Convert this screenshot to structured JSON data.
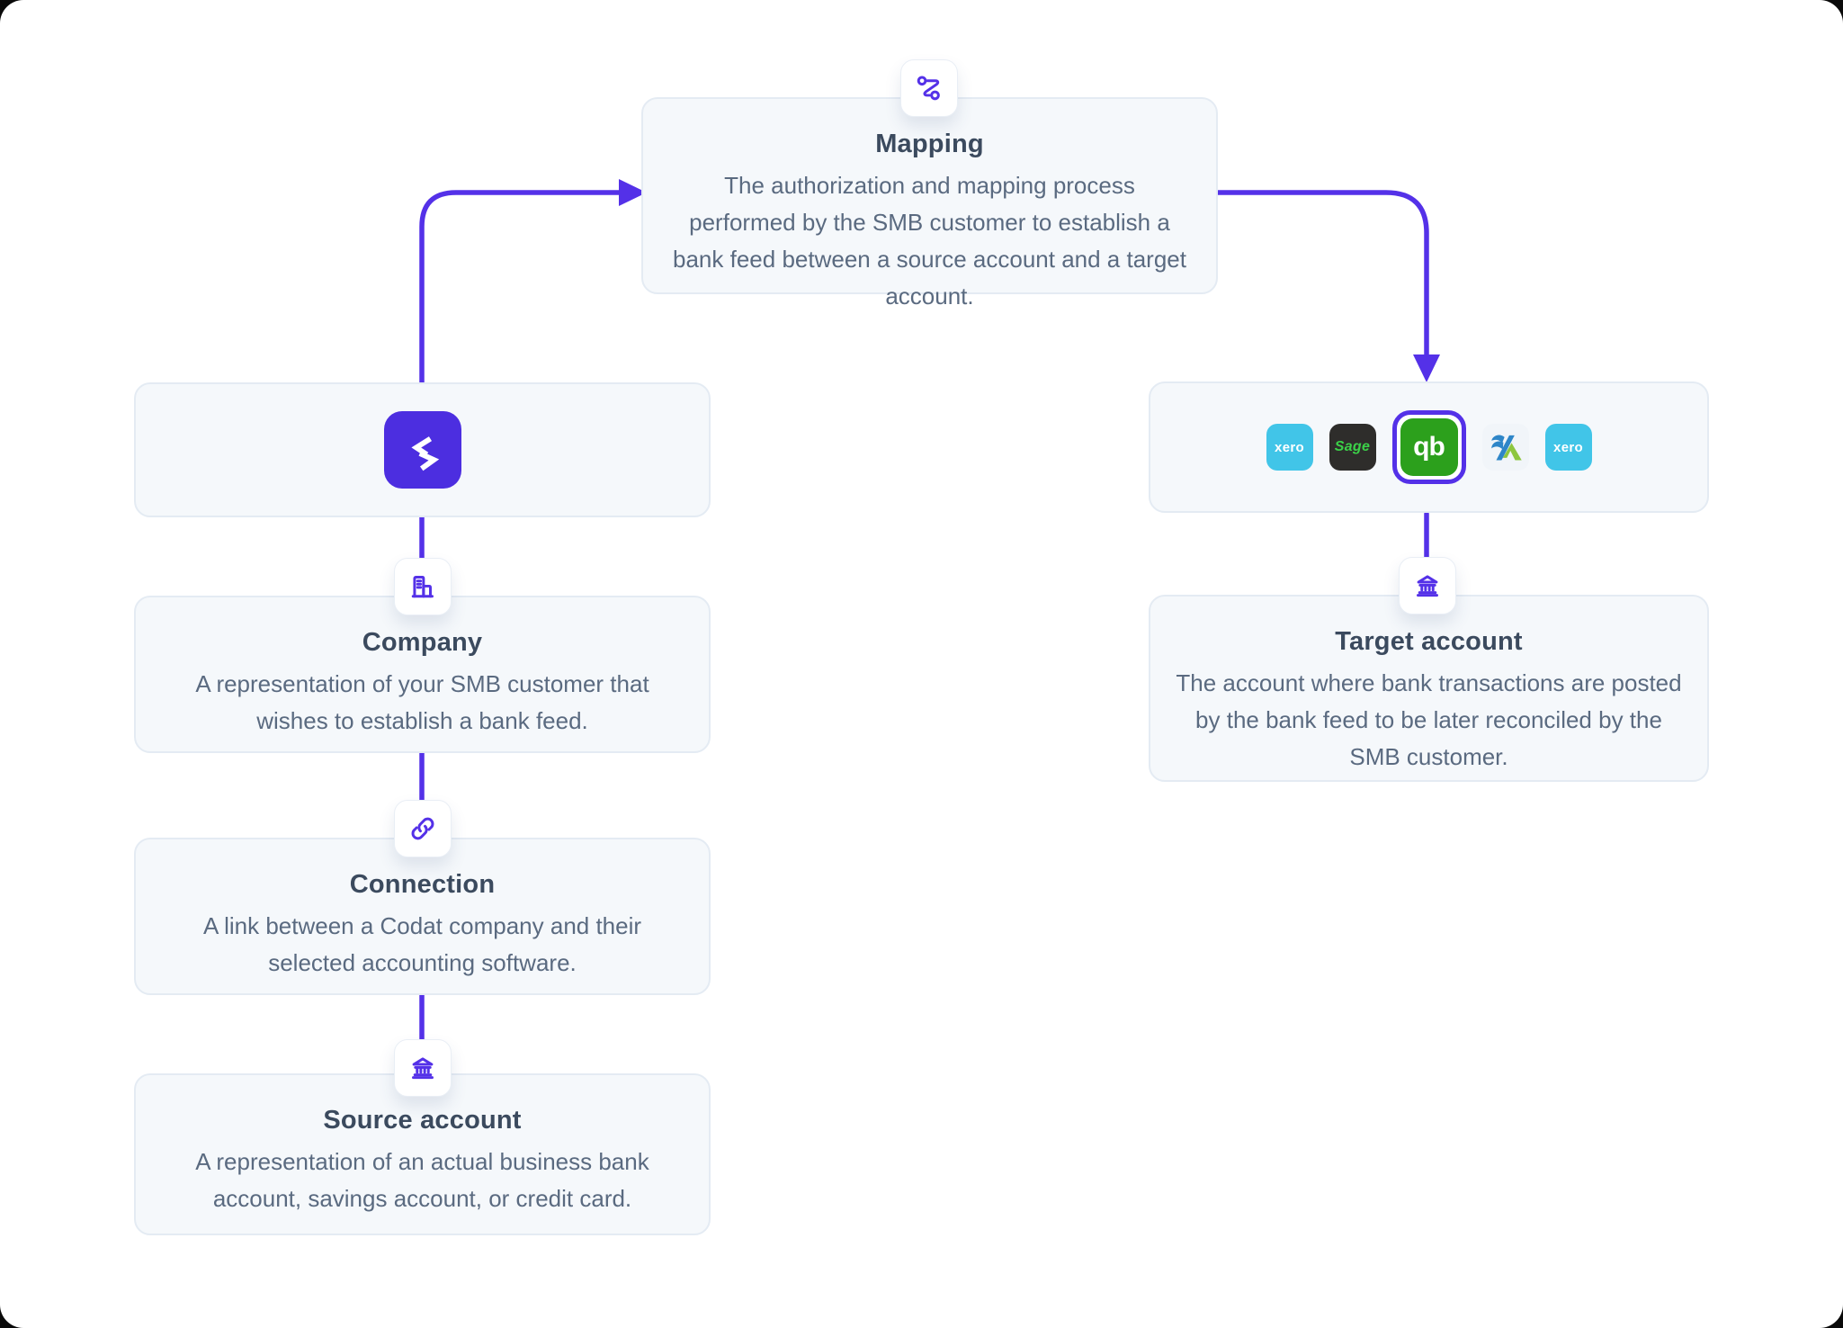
{
  "colors": {
    "accent": "#5431e8",
    "codat_tile": "#4c2ee0",
    "card_bg": "#f5f8fb",
    "card_border": "#e4ebf3",
    "title_text": "#3b4a5e",
    "body_text": "#5a6a80",
    "quickbooks_green": "#2ca01c",
    "xero_blue": "#41c5e8",
    "sage_dark": "#2e2d2b",
    "sage_green": "#3bd148"
  },
  "nodes": {
    "mapping": {
      "title": "Mapping",
      "body": "The authorization and mapping process performed by the SMB customer to establish a bank feed between a source account and a target account.",
      "icon": "route-icon"
    },
    "codat": {
      "icon": "codat-logo"
    },
    "company": {
      "title": "Company",
      "body": "A representation of your SMB customer that wishes to establish a bank feed.",
      "icon": "building-icon"
    },
    "connection": {
      "title": "Connection",
      "body": "A link between a Codat company and their selected accounting software.",
      "icon": "link-icon"
    },
    "source_account": {
      "title": "Source account",
      "body": "A representation of an actual business bank account, savings account, or credit card.",
      "icon": "bank-icon"
    },
    "target_account": {
      "title": "Target account",
      "body": "The account where bank transactions are posted by the bank feed to be later reconciled by the SMB customer.",
      "icon": "bank-icon"
    }
  },
  "logos": [
    {
      "name": "xero",
      "label": "xero",
      "bg": "#41c5e8",
      "fg": "#ffffff",
      "selected": false
    },
    {
      "name": "sage",
      "label": "Sage",
      "bg": "#2e2d2b",
      "fg": "#3bd148",
      "selected": false
    },
    {
      "name": "quickbooks",
      "label": "qb",
      "bg": "#2ca01c",
      "fg": "#ffffff",
      "selected": true
    },
    {
      "name": "freeagent",
      "label": "",
      "bg": "#f1f5f9",
      "fg": "#2e86c8",
      "selected": false
    },
    {
      "name": "xero",
      "label": "xero",
      "bg": "#41c5e8",
      "fg": "#ffffff",
      "selected": false
    }
  ],
  "selected_logo": "quickbooks"
}
